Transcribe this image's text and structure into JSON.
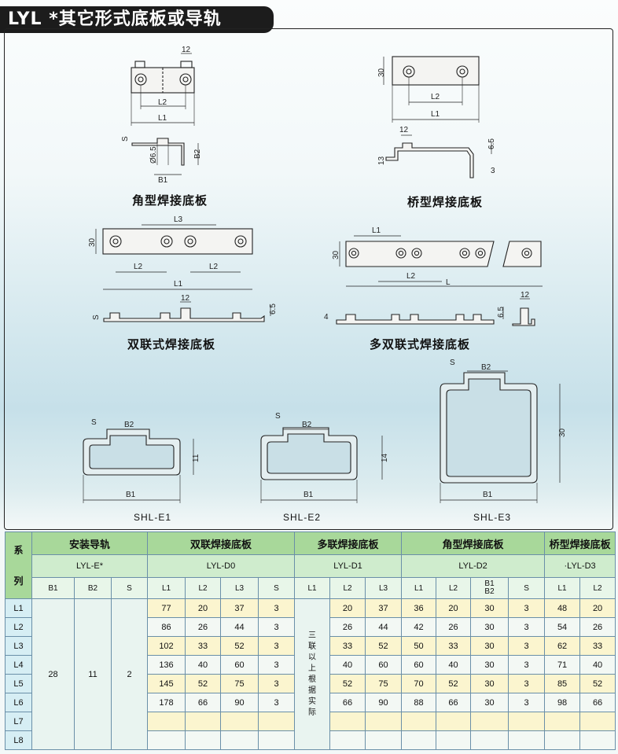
{
  "title": "LYL *其它形式底板或导轨",
  "drawings": {
    "corner": {
      "caption": "角型焊接底板",
      "dims": [
        "12",
        "L2",
        "L1",
        "S",
        "Ø6.5",
        "B2",
        "B1"
      ]
    },
    "bridge": {
      "caption": "桥型焊接底板",
      "dims": [
        "30",
        "L2",
        "L1",
        "12",
        "6.5",
        "13",
        "3"
      ]
    },
    "double": {
      "caption": "双联式焊接底板",
      "dims": [
        "L3",
        "30",
        "L2",
        "L2",
        "L1",
        "12",
        "S",
        "6.5"
      ]
    },
    "multi": {
      "caption": "多双联式焊接底板",
      "dims": [
        "L1",
        "30",
        "L2",
        "L",
        "4",
        "6.5",
        "12"
      ]
    },
    "e1": {
      "caption": "SHL-E1",
      "dims": [
        "S",
        "B2",
        "11",
        "B1"
      ]
    },
    "e2": {
      "caption": "SHL-E2",
      "dims": [
        "S",
        "B2",
        "14",
        "B1"
      ]
    },
    "e3": {
      "caption": "SHL-E3",
      "dims": [
        "S",
        "B2",
        "30",
        "B1"
      ]
    }
  },
  "table": {
    "series_header": [
      "系",
      "列"
    ],
    "groups": [
      "安装导轨",
      "双联焊接底板",
      "多联焊接底板",
      "角型焊接底板",
      "桥型焊接底板"
    ],
    "models": [
      "LYL-E*",
      "LYL-D0",
      "LYL-D1",
      "LYL-D2",
      "LYL-D3"
    ],
    "model_d3_prefix": "·",
    "cols": {
      "e": [
        "B1",
        "B2",
        "S"
      ],
      "d0": [
        "L1",
        "L2",
        "L3",
        "S"
      ],
      "d1": [
        "L1",
        "L2",
        "L3"
      ],
      "d2": [
        "L1",
        "L2",
        "B1",
        "B2",
        "S"
      ],
      "d3": [
        "L1",
        "L2"
      ]
    },
    "e_values": [
      "28",
      "11",
      "2"
    ],
    "d1_note": "三联以上根据实际",
    "rows": [
      {
        "label": "L1",
        "d0": [
          "77",
          "20",
          "37",
          "3"
        ],
        "d1": [
          "20",
          "37"
        ],
        "d2": [
          "36",
          "20",
          "30",
          "3"
        ],
        "d3": [
          "48",
          "20"
        ]
      },
      {
        "label": "L2",
        "d0": [
          "86",
          "26",
          "44",
          "3"
        ],
        "d1": [
          "26",
          "44"
        ],
        "d2": [
          "42",
          "26",
          "30",
          "3"
        ],
        "d3": [
          "54",
          "26"
        ]
      },
      {
        "label": "L3",
        "d0": [
          "102",
          "33",
          "52",
          "3"
        ],
        "d1": [
          "33",
          "52"
        ],
        "d2": [
          "50",
          "33",
          "30",
          "3"
        ],
        "d3": [
          "62",
          "33"
        ]
      },
      {
        "label": "L4",
        "d0": [
          "136",
          "40",
          "60",
          "3"
        ],
        "d1": [
          "40",
          "60"
        ],
        "d2": [
          "60",
          "40",
          "30",
          "3"
        ],
        "d3": [
          "71",
          "40"
        ]
      },
      {
        "label": "L5",
        "d0": [
          "145",
          "52",
          "75",
          "3"
        ],
        "d1": [
          "52",
          "75"
        ],
        "d2": [
          "70",
          "52",
          "30",
          "3"
        ],
        "d3": [
          "85",
          "52"
        ]
      },
      {
        "label": "L6",
        "d0": [
          "178",
          "66",
          "90",
          "3"
        ],
        "d1": [
          "66",
          "90"
        ],
        "d2": [
          "88",
          "66",
          "30",
          "3"
        ],
        "d3": [
          "98",
          "66"
        ]
      },
      {
        "label": "L7",
        "d0": [
          "",
          "",
          "",
          ""
        ],
        "d1": [
          "",
          ""
        ],
        "d2": [
          "",
          "",
          "",
          ""
        ],
        "d3": [
          "",
          ""
        ]
      },
      {
        "label": "L8",
        "d0": [
          "",
          "",
          "",
          ""
        ],
        "d1": [
          "",
          ""
        ],
        "d2": [
          "",
          "",
          "",
          ""
        ],
        "d3": [
          "",
          ""
        ]
      }
    ]
  }
}
